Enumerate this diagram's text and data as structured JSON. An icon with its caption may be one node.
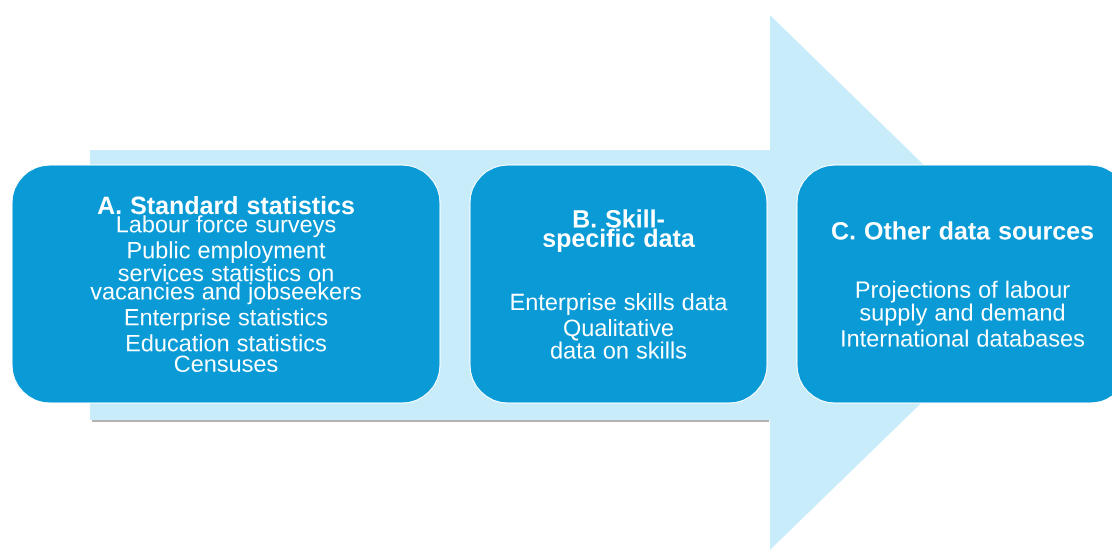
{
  "diagram": {
    "nodes": [
      {
        "text": [
          "A. Standard statistics",
          "Labour force surveys",
          "Public employment services statistics on vacancies and jobseekers",
          "Enterprise statistics",
          "Education statistics",
          "Censuses"
        ]
      },
      {
        "text": [
          "B. Skill-specific data",
          "Enterprise skills data",
          "Qualitative data on skills"
        ]
      },
      {
        "text": [
          "C. Other data sources",
          "Projections of labour supply and demand",
          "International databases"
        ]
      }
    ],
    "edges": [
      {
        "from": 0,
        "to": 2,
        "arrow": "to"
      }
    ]
  }
}
